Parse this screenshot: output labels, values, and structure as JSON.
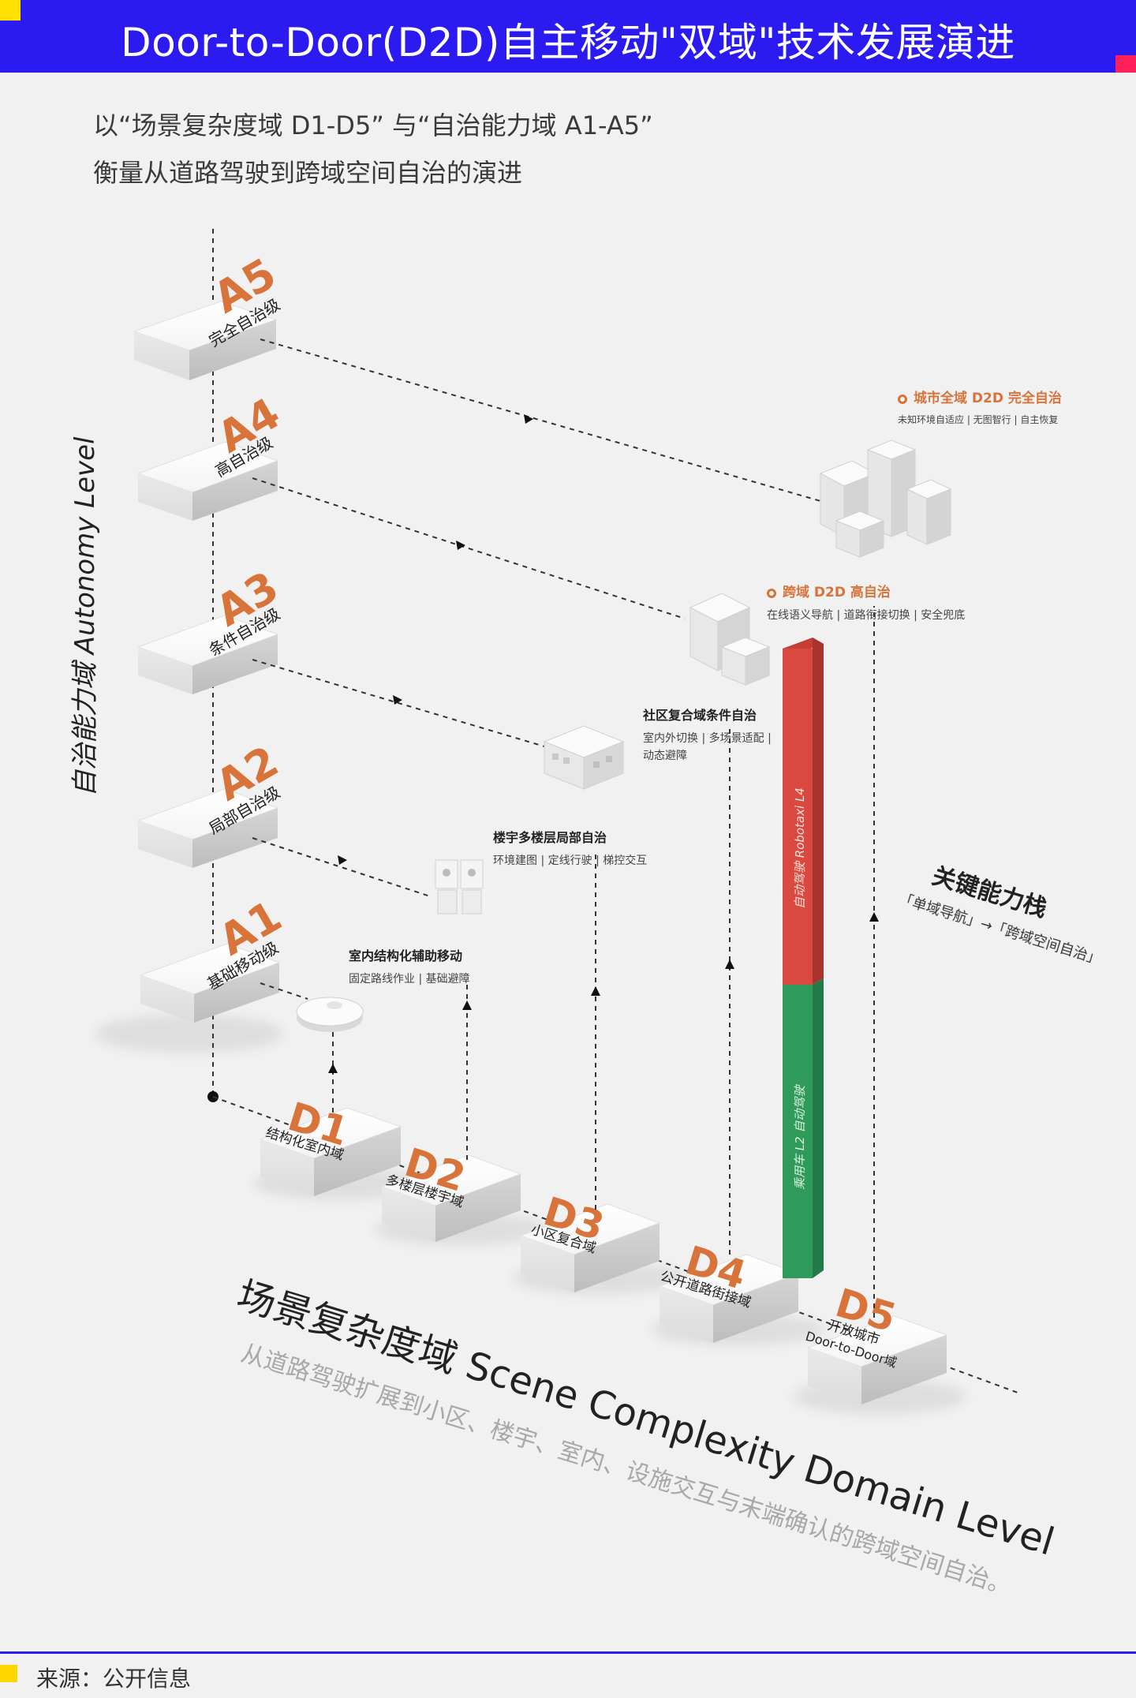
{
  "header": {
    "title": "Door-to-Door(D2D)自主移动\"双域\"技术发展演进"
  },
  "subtitle": {
    "line1": "以“场景复杂度域 D1-D5” 与“自治能力域 A1-A5”",
    "line2": "衡量从道路驾驶到跨域空间自治的演进"
  },
  "axes": {
    "y_title": "自治能力域 Autonomy Level",
    "x_title": "场景复杂度域 Scene Complexity Domain Level",
    "x_subtitle": "从道路驾驶扩展到小区、楼宇、室内、设施交互与末端确认的跨域空间自治。"
  },
  "autonomy_levels": [
    {
      "code": "A1",
      "name": "基础移动级"
    },
    {
      "code": "A2",
      "name": "局部自治级"
    },
    {
      "code": "A3",
      "name": "条件自治级"
    },
    {
      "code": "A4",
      "name": "高自治级"
    },
    {
      "code": "A5",
      "name": "完全自治级"
    }
  ],
  "scene_domains": [
    {
      "code": "D1",
      "name": "结构化室内域",
      "name2": ""
    },
    {
      "code": "D2",
      "name": "多楼层楼宇域",
      "name2": ""
    },
    {
      "code": "D3",
      "name": "小区复合域",
      "name2": ""
    },
    {
      "code": "D4",
      "name": "公开道路街接域",
      "name2": ""
    },
    {
      "code": "D5",
      "name": "开放城市",
      "name2": "Door-to-Door域"
    }
  ],
  "milestones": [
    {
      "title": "室内结构化辅助移动",
      "desc": "固定路线作业 | 基础避障"
    },
    {
      "title": "楼宇多楼层局部自治",
      "desc": "环境建图 | 定线行驶 | 梯控交互"
    },
    {
      "title": "社区复合域条件自治",
      "desc": "室内外切换 | 多场景适配 |",
      "desc2": "动态避障"
    },
    {
      "title": "跨域 D2D 高自治",
      "desc": "在线语义导航 | 道路衔接切换 | 安全兜底"
    },
    {
      "title": "城市全域 D2D 完全自治",
      "desc": "未知环境自适应 | 无图智行 | 自主恢复"
    }
  ],
  "bar": {
    "top_label": "自动驾驶 Robotaxi L4",
    "bottom_label": "乘用车 L2 自动驾驶",
    "top_color": "#d9493f",
    "bottom_color": "#2f9a5a"
  },
  "key_capability": {
    "title": "关键能力栈",
    "subtitle": "「单域导航」→「跨域空间自治」"
  },
  "footer": {
    "source": "来源：公开信息"
  },
  "colors": {
    "header_bg": "#2b1bf0",
    "level_code": "#d8733a",
    "accent_yellow": "#ffe000",
    "accent_pink": "#ff1f5a"
  }
}
